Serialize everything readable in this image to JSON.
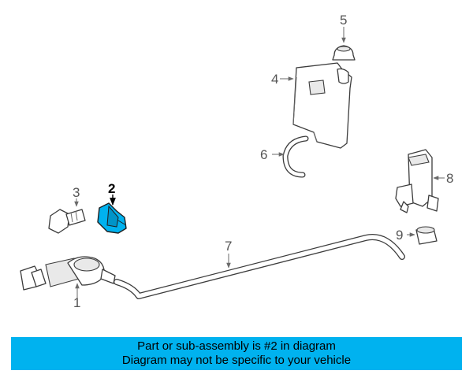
{
  "callouts": {
    "c1": "1",
    "c2": "2",
    "c3": "3",
    "c4": "4",
    "c5": "5",
    "c6": "6",
    "c7": "7",
    "c8": "8",
    "c9": "9"
  },
  "highlighted_part": "2",
  "colors": {
    "highlight_fill": "#00b2ef",
    "banner_bg": "#00b2ef",
    "line": "#3c3c3c"
  },
  "banner": {
    "line1": "Part or sub-assembly is #2 in diagram",
    "line2": "Diagram may not be specific to your vehicle"
  }
}
